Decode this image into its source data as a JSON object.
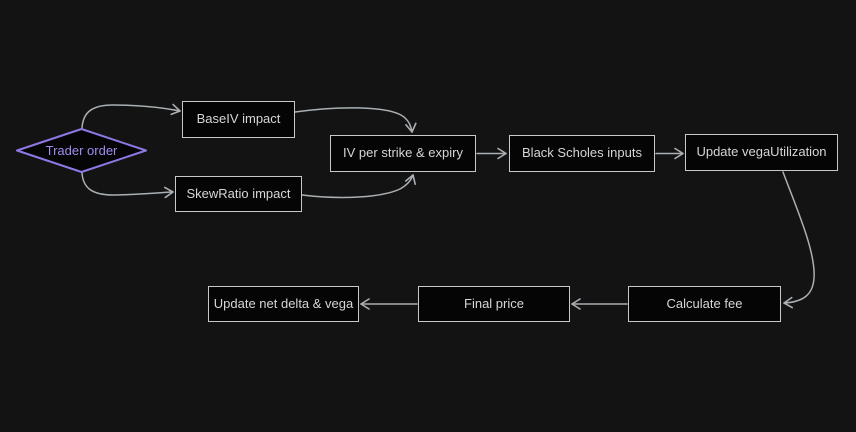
{
  "diagram": {
    "type": "flowchart",
    "colors": {
      "background": "#131313",
      "node_fill": "#050505",
      "node_border": "#c9c9c9",
      "node_text": "#d6d6d6",
      "edge": "#aab0b4",
      "decision_border": "#8f78e4",
      "decision_text": "#a18cee"
    },
    "nodes": {
      "trader_order": {
        "label": "Trader order",
        "shape": "diamond"
      },
      "baseiv": {
        "label": "BaseIV impact",
        "shape": "rect"
      },
      "skewratio": {
        "label": "SkewRatio impact",
        "shape": "rect"
      },
      "iv": {
        "label": "IV per strike & expiry",
        "shape": "rect"
      },
      "bs": {
        "label": "Black Scholes inputs",
        "shape": "rect"
      },
      "vega": {
        "label": "Update vegaUtilization",
        "shape": "rect"
      },
      "fee": {
        "label": "Calculate fee",
        "shape": "rect"
      },
      "final_price": {
        "label": "Final price",
        "shape": "rect"
      },
      "net_delta": {
        "label": "Update net delta & vega",
        "shape": "rect"
      }
    },
    "edges": [
      {
        "from": "trader_order",
        "to": "baseiv"
      },
      {
        "from": "trader_order",
        "to": "skewratio"
      },
      {
        "from": "baseiv",
        "to": "iv"
      },
      {
        "from": "skewratio",
        "to": "iv"
      },
      {
        "from": "iv",
        "to": "bs"
      },
      {
        "from": "bs",
        "to": "vega"
      },
      {
        "from": "vega",
        "to": "fee"
      },
      {
        "from": "fee",
        "to": "final_price"
      },
      {
        "from": "final_price",
        "to": "net_delta"
      }
    ]
  }
}
